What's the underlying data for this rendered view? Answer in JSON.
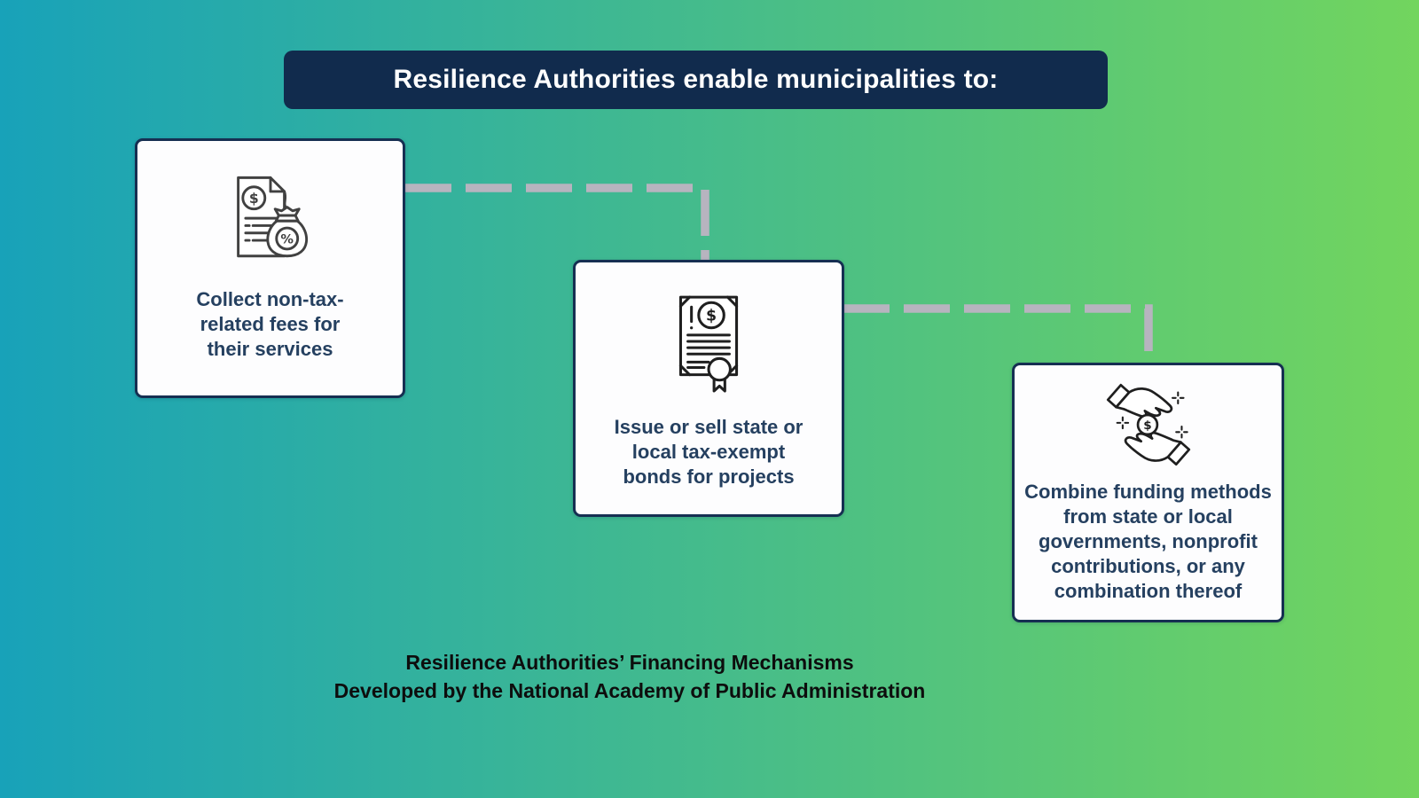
{
  "header": {
    "title": "Resilience Authorities enable municipalities to:"
  },
  "cards": [
    {
      "name": "collect-fees",
      "icon": "invoice-money-bag-icon",
      "lines": [
        "Collect non-tax-",
        "related fees for",
        "their services"
      ]
    },
    {
      "name": "issue-bonds",
      "icon": "bond-certificate-icon",
      "lines": [
        "Issue or sell state or",
        "local tax-exempt",
        "bonds for projects"
      ]
    },
    {
      "name": "combine-funding",
      "icon": "hands-exchanging-coin-icon",
      "lines": [
        "Combine funding methods",
        "from state or local",
        "governments, nonprofit",
        "contributions, or any",
        "combination thereof"
      ]
    }
  ],
  "caption": {
    "line1": "Resilience Authorities’ Financing Mechanisms",
    "line2": "Developed by the National Academy of Public Administration"
  },
  "icons": {
    "dollar": "$",
    "percent": "%"
  },
  "colors": {
    "background_left": "#18a2b9",
    "background_right": "#72d55e",
    "header_bg": "#112b4d",
    "header_text": "#ffffff",
    "card_border": "#162f52",
    "card_text": "#254060",
    "connector": "#b7b4bf",
    "caption_text": "#0d0d0d"
  }
}
